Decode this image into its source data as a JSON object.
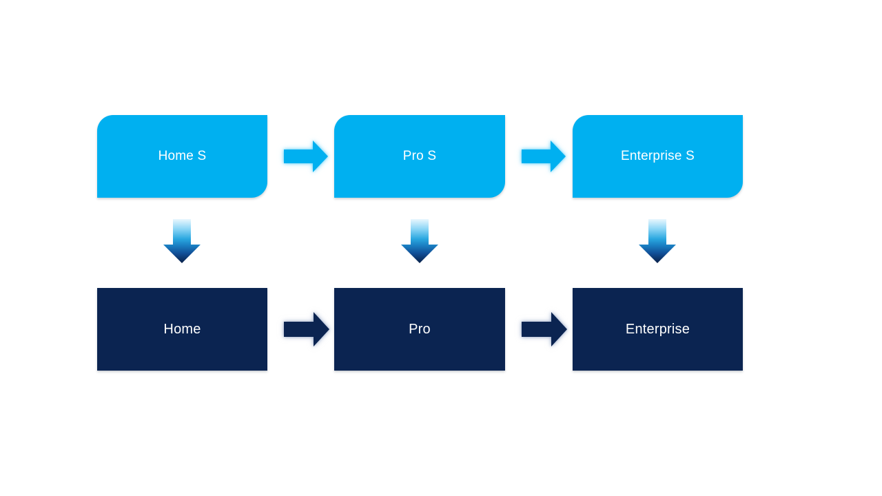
{
  "colors": {
    "background": "#ffffff",
    "light_blue": "#00b0f0",
    "dark_navy": "#0b2451",
    "label_text": "#ffffff",
    "down_arrow_gradient_top": "#e9f7fe",
    "down_arrow_gradient_mid": "#2aa7e0",
    "down_arrow_gradient_bottom": "#081f47"
  },
  "icons": {
    "right_arrow": "→",
    "down_arrow": "↓"
  },
  "diagram": {
    "top_row": [
      {
        "label": "Home S"
      },
      {
        "label": "Pro S"
      },
      {
        "label": "Enterprise S"
      }
    ],
    "bottom_row": [
      {
        "label": "Home"
      },
      {
        "label": "Pro"
      },
      {
        "label": "Enterprise"
      }
    ]
  }
}
